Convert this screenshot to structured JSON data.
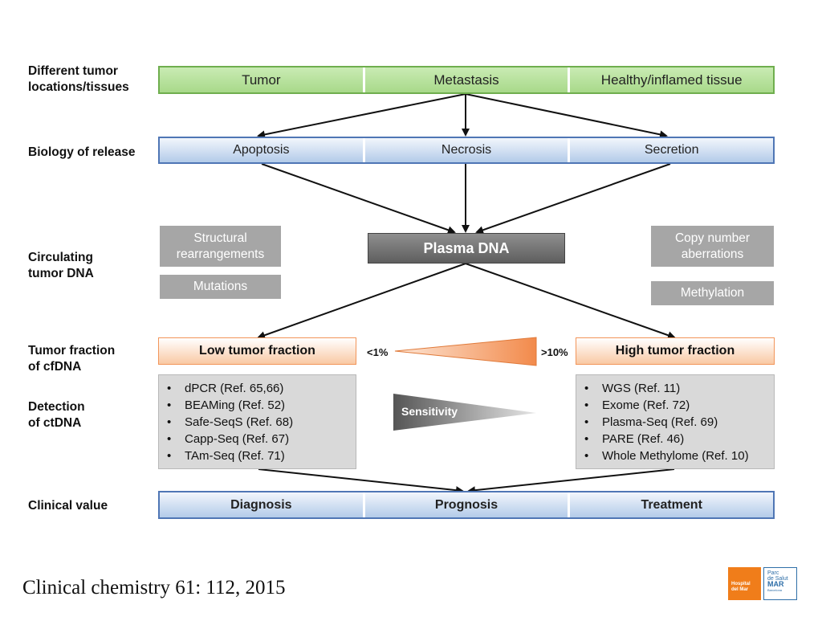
{
  "row_labels": {
    "locations": "Different tumor\nlocations/tissues",
    "biology": "Biology of release",
    "circulating": "Circulating\ntumor DNA",
    "fraction": "Tumor fraction\nof cfDNA",
    "detection": "Detection\nof ctDNA",
    "clinical": "Clinical value"
  },
  "locations": [
    "Tumor",
    "Metastasis",
    "Healthy/inflamed tissue"
  ],
  "release": [
    "Apoptosis",
    "Necrosis",
    "Secretion"
  ],
  "circulating": {
    "structural": "Structural\nrearrangements",
    "mutations": "Mutations",
    "plasma": "Plasma DNA",
    "copy_number": "Copy number\naberrations",
    "methylation": "Methylation"
  },
  "fraction": {
    "low": "Low tumor fraction",
    "high": "High tumor fraction",
    "low_pct": "<1%",
    "high_pct": ">10%"
  },
  "sensitivity_label": "Sensitivity",
  "detection_low": [
    "dPCR (Ref. 65,66)",
    "BEAMing (Ref. 52)",
    "Safe-SeqS (Ref. 68)",
    "Capp-Seq (Ref. 67)",
    "TAm-Seq (Ref. 71)"
  ],
  "detection_high": [
    "WGS (Ref. 11)",
    "Exome (Ref. 72)",
    "Plasma-Seq (Ref. 69)",
    "PARE (Ref. 46)",
    "Whole Methylome (Ref. 10)"
  ],
  "bullet": "•",
  "clinical": [
    "Diagnosis",
    "Prognosis",
    "Treatment"
  ],
  "citation": "Clinical chemistry 61: 112, 2015",
  "logos": {
    "hospital": "Hospital\ndel Mar",
    "parc_1": "Parc",
    "parc_2": "de Salut",
    "parc_3": "MAR",
    "parc_4": "Barcelona"
  },
  "colors": {
    "green_border": "#6fae4e",
    "blue_border": "#4f76b5",
    "orange_border": "#f2955a",
    "gray_box": "#a6a6a6",
    "logo_orange": "#f07d1a",
    "logo_blue": "#2f6fa8"
  }
}
